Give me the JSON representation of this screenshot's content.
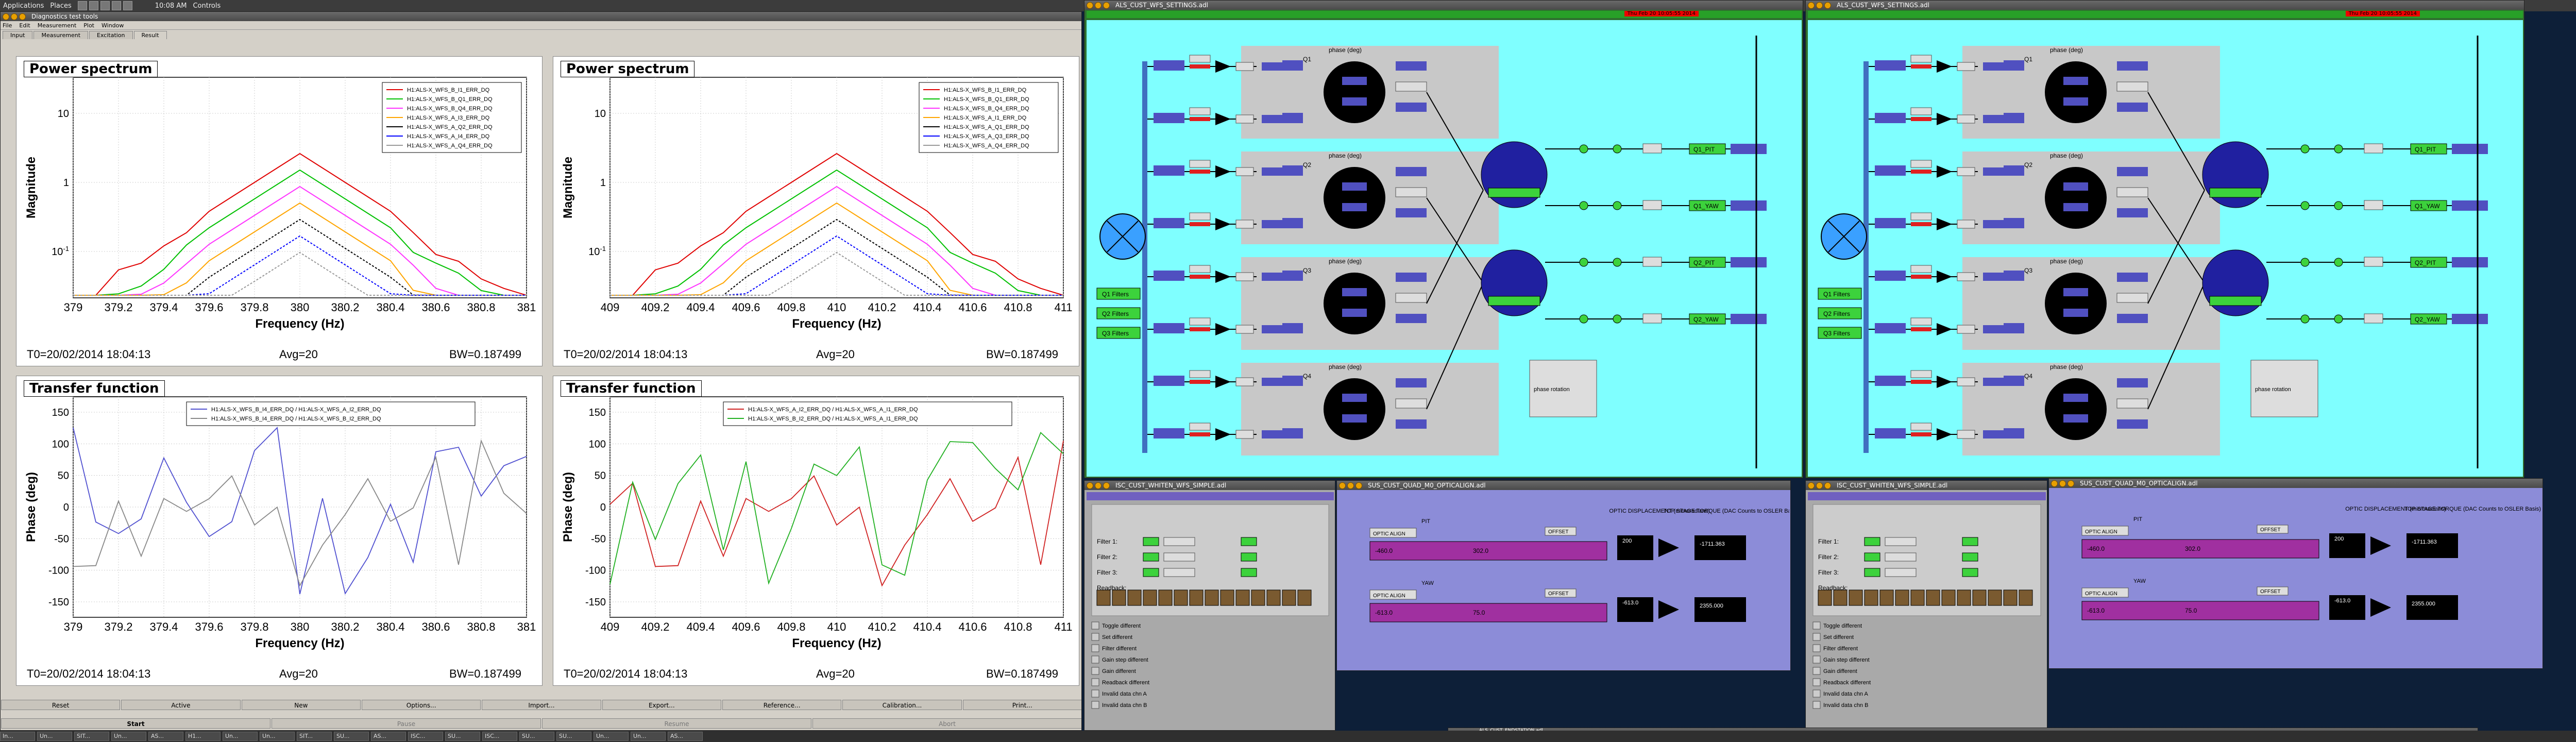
{
  "top_panel": {
    "applications": "Applications",
    "places": "Places",
    "clock": "10:08 AM",
    "user": "Controls"
  },
  "dtt": {
    "title": "Diagnostics test tools",
    "menu": [
      "File",
      "Edit",
      "Measurement",
      "Plot",
      "Window"
    ],
    "tabs": [
      "Input",
      "Measurement",
      "Excitation",
      "Result"
    ],
    "plots": [
      {
        "title": "Power spectrum",
        "ylabel": "Magnitude",
        "xlabel": "Frequency (Hz)",
        "t0": "T0=20/02/2014 18:04:13",
        "avg": "Avg=20",
        "bw": "BW=0.187499",
        "xticks": [
          "379",
          "379.2",
          "379.4",
          "379.6",
          "379.8",
          "380",
          "380.2",
          "380.4",
          "380.6",
          "380.8",
          "381"
        ],
        "yticks": [
          "10",
          "1",
          "10"
        ],
        "legend": [
          "H1:ALS-X_WFS_B_I1_ERR_DQ",
          "H1:ALS-X_WFS_B_Q1_ERR_DQ",
          "H1:ALS-X_WFS_B_Q4_ERR_DQ",
          "H1:ALS-X_WFS_A_I3_ERR_DQ",
          "H1:ALS-X_WFS_A_Q2_ERR_DQ",
          "H1:ALS-X_WFS_A_I4_ERR_DQ",
          "H1:ALS-X_WFS_A_Q4_ERR_DQ"
        ]
      },
      {
        "title": "Power spectrum",
        "ylabel": "Magnitude",
        "xlabel": "Frequency (Hz)",
        "t0": "T0=20/02/2014 18:04:13",
        "avg": "Avg=20",
        "bw": "BW=0.187499",
        "xticks": [
          "409",
          "409.2",
          "409.4",
          "409.6",
          "409.8",
          "410",
          "410.2",
          "410.4",
          "410.6",
          "410.8",
          "411"
        ],
        "yticks": [
          "10",
          "1",
          "10"
        ],
        "legend": [
          "H1:ALS-X_WFS_B_I1_ERR_DQ",
          "H1:ALS-X_WFS_B_Q1_ERR_DQ",
          "H1:ALS-X_WFS_B_Q4_ERR_DQ",
          "H1:ALS-X_WFS_A_I1_ERR_DQ",
          "H1:ALS-X_WFS_A_Q1_ERR_DQ",
          "H1:ALS-X_WFS_A_Q3_ERR_DQ",
          "H1:ALS-X_WFS_A_Q4_ERR_DQ"
        ]
      },
      {
        "title": "Transfer function",
        "ylabel": "Phase (deg)",
        "xlabel": "Frequency (Hz)",
        "t0": "T0=20/02/2014 18:04:13",
        "avg": "Avg=20",
        "bw": "BW=0.187499",
        "xticks": [
          "379",
          "379.2",
          "379.4",
          "379.6",
          "379.8",
          "380",
          "380.2",
          "380.4",
          "380.6",
          "380.8",
          "381"
        ],
        "yticks": [
          "150",
          "100",
          "50",
          "0",
          "-50",
          "-100",
          "-150"
        ],
        "legend": [
          "H1:ALS-X_WFS_B_I4_ERR_DQ / H1:ALS-X_WFS_A_I2_ERR_DQ",
          "H1:ALS-X_WFS_B_I4_ERR_DQ / H1:ALS-X_WFS_B_I2_ERR_DQ"
        ]
      },
      {
        "title": "Transfer function",
        "ylabel": "Phase (deg)",
        "xlabel": "Frequency (Hz)",
        "t0": "T0=20/02/2014 18:04:13",
        "avg": "Avg=20",
        "bw": "BW=0.187499",
        "xticks": [
          "409",
          "409.2",
          "409.4",
          "409.6",
          "409.8",
          "410",
          "410.2",
          "410.4",
          "410.6",
          "410.8",
          "411"
        ],
        "yticks": [
          "150",
          "100",
          "50",
          "0",
          "-50",
          "-100",
          "-150"
        ],
        "legend": [
          "H1:ALS-X_WFS_A_I2_ERR_DQ / H1:ALS-X_WFS_A_I1_ERR_DQ",
          "H1:ALS-X_WFS_B_I2_ERR_DQ / H1:ALS-X_WFS_A_I1_ERR_DQ"
        ]
      }
    ],
    "buttons_row1": [
      "Reset",
      "Active",
      "New",
      "Options...",
      "Import...",
      "Export...",
      "Reference...",
      "Calibration...",
      "Print..."
    ],
    "buttons_row2": [
      "Start",
      "Pause",
      "Resume",
      "Abort"
    ]
  },
  "medm": {
    "settings_left_title": "ALS_CUST_WFS_SETTINGS.adl",
    "settings_right_title": "ALS_CUST_WFS_SETTINGS.adl",
    "whiten_left_title": "ISC_CUST_WHITEN_WFS_SIMPLE.adl",
    "quad_left_title": "SUS_CUST_QUAD_M0_OPTICALIGN.adl",
    "whiten_right_title": "ISC_CUST_WHITEN_WFS_SIMPLE.adl",
    "quad_right_title": "SUS_CUST_QUAD_M0_OPTICALIGN.adl",
    "endstation_title": "ALS_CUST_ENDSTATION.adl",
    "header_date": "Thu Feb 20 10:05:55 2014",
    "phase_label": "phase (deg)",
    "labels": [
      "Q1",
      "Q2",
      "Q3",
      "Q4"
    ],
    "filters": [
      "Q1 Filters",
      "Q2 Filters",
      "Q3 Filters"
    ],
    "outputs": [
      "Q1_PIT",
      "Q1_YAW",
      "Q2_PIT",
      "Q2_YAW"
    ],
    "phase_rot": "phase rotation",
    "whiten_rows": [
      "Filter 1:",
      "Filter 2:",
      "Filter 3:",
      "Readback:"
    ],
    "whiten_list": [
      "Toggle different",
      "Set different",
      "Filter different",
      "Gain step different",
      "Gain different",
      "Readback different",
      "Invalid data chn A",
      "Invalid data chn B"
    ],
    "quad_labels": [
      "OPTIC DISPLACEMENT (microradians)",
      "TOP STAGE TORQUE (DAC Counts to OSLER Basis)",
      "OPTIC ALIGN",
      "PIT",
      "YAW",
      "OFFSET"
    ],
    "quad_values": [
      "-460.0",
      "302.0",
      "200",
      "-1711.363",
      "-613.0",
      "75.0",
      "-613.0",
      "2355.000"
    ]
  },
  "taskbar": [
    "In...",
    "Un...",
    "SIT...",
    "Un...",
    "AS...",
    "H1...",
    "Un...",
    "Un...",
    "SIT...",
    "SU...",
    "AS...",
    "ISC...",
    "SU...",
    "ISC...",
    "SU...",
    "SU...",
    "Un...",
    "Un...",
    "AS..."
  ],
  "colors": {
    "desktop": "#0d1f38",
    "medm_cyan": "#7fffff",
    "medm_lav": "#8080d8",
    "led_green": "#3cd23c",
    "dtt_bg": "#d4d0c8"
  }
}
